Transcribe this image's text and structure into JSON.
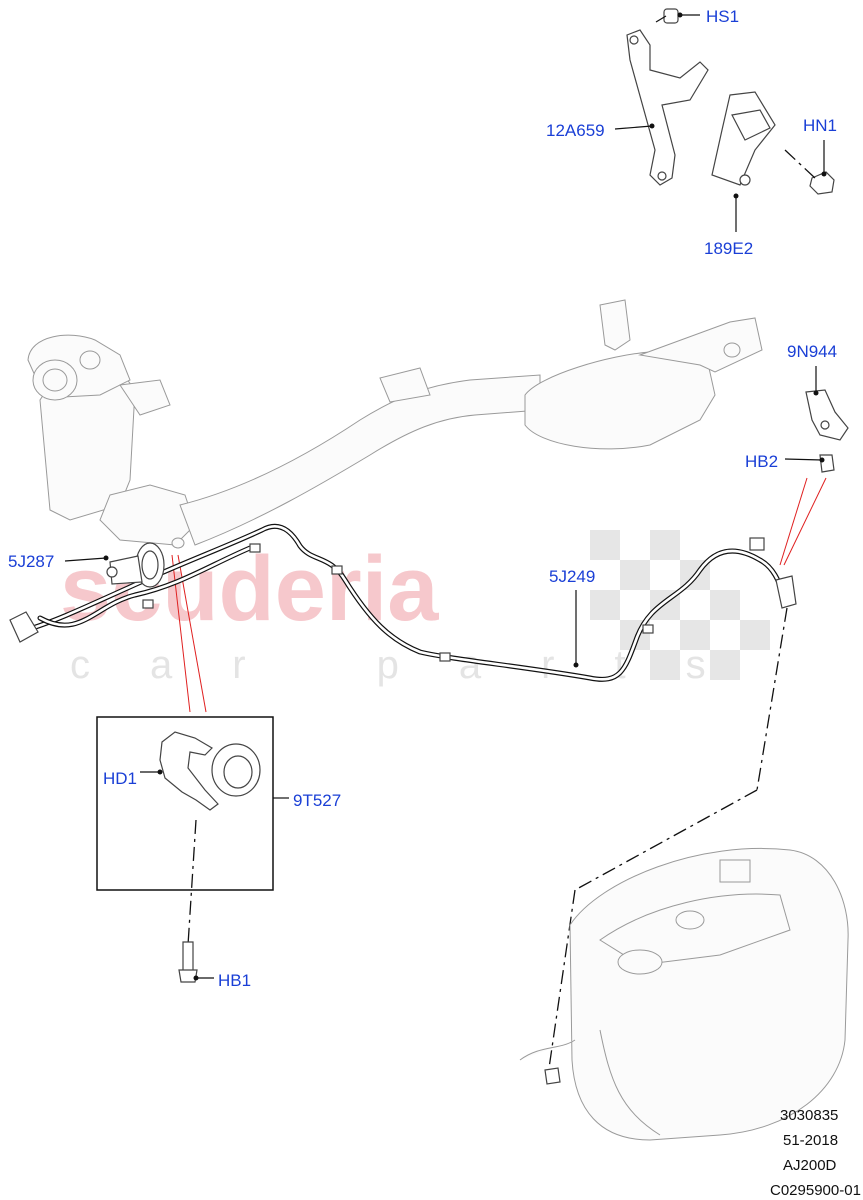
{
  "watermark": {
    "brand": "scuderia",
    "sub": "car parts"
  },
  "callouts": {
    "hs1": "HS1",
    "a12659": "12A659",
    "hn1": "HN1",
    "e189": "189E2",
    "n9944": "9N944",
    "hb2": "HB2",
    "j5287": "5J287",
    "j5249": "5J249",
    "hd1": "HD1",
    "t9527": "9T527",
    "hb1": "HB1"
  },
  "reference": {
    "part_number": "3030835",
    "date_code": "51-2018",
    "engine_code": "AJ200D",
    "illustration_id": "C0295900-01"
  }
}
